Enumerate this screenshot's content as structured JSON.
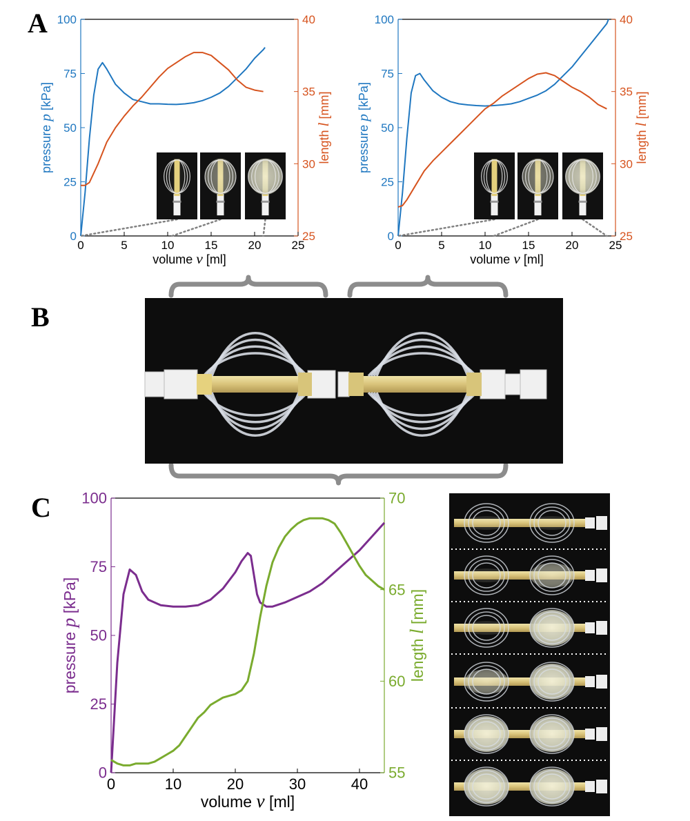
{
  "panels": {
    "a": "A",
    "b": "B",
    "c": "C"
  },
  "colors": {
    "blue": "#1f77c0",
    "orange": "#d6531e",
    "purple": "#7b2d8e",
    "green": "#7aab2e",
    "gray": "#808080",
    "black": "#000000"
  },
  "chart_data": [
    {
      "type": "line",
      "xlabel_prefix": "volume ",
      "xlabel_var": "v",
      "xlabel_suffix": " [ml]",
      "ylabel_prefix": "pressure ",
      "ylabel_var": "p",
      "ylabel_suffix": " [kPa]",
      "y2label_prefix": "length ",
      "y2label_var": "l",
      "y2label_suffix": " [mm]",
      "xlim": [
        0,
        25
      ],
      "ylim": [
        0,
        100
      ],
      "y2lim": [
        25,
        40
      ],
      "xticks": [
        "0",
        "5",
        "10",
        "15",
        "20",
        "25"
      ],
      "yticks": [
        "0",
        "25",
        "50",
        "75",
        "100"
      ],
      "y2ticks": [
        "25",
        "30",
        "35",
        "40"
      ],
      "series": [
        {
          "axis": "left",
          "x": [
            0,
            0.5,
            1,
            1.5,
            2,
            2.5,
            3,
            4,
            5,
            6,
            7,
            8,
            9,
            10,
            11,
            12,
            13,
            14,
            15,
            16,
            17,
            18,
            19,
            20,
            21,
            21.2
          ],
          "y": [
            0,
            20,
            45,
            65,
            77,
            80,
            77,
            70,
            66,
            63,
            62,
            61,
            61,
            60.8,
            60.7,
            61,
            61.5,
            62.5,
            64,
            66,
            69,
            73,
            77,
            82,
            86,
            87
          ]
        },
        {
          "axis": "right",
          "x": [
            0,
            0.5,
            1,
            2,
            3,
            4,
            5,
            6,
            7,
            8,
            9,
            10,
            11,
            12,
            13,
            14,
            15,
            16,
            17,
            18,
            19,
            20,
            21
          ],
          "y": [
            28.5,
            28.5,
            28.7,
            30,
            31.5,
            32.5,
            33.3,
            34,
            34.6,
            35.3,
            36,
            36.6,
            37,
            37.4,
            37.7,
            37.7,
            37.5,
            37,
            36.5,
            35.8,
            35.3,
            35.1,
            35
          ]
        }
      ],
      "insets": [
        {
          "x": 0
        },
        {
          "x": 10.5
        },
        {
          "x": 21
        }
      ]
    },
    {
      "type": "line",
      "xlabel_prefix": "volume ",
      "xlabel_var": "v",
      "xlabel_suffix": " [ml]",
      "ylabel_prefix": "pressure ",
      "ylabel_var": "p",
      "ylabel_suffix": " [kPa]",
      "y2label_prefix": "length ",
      "y2label_var": "l",
      "y2label_suffix": " [mm]",
      "xlim": [
        0,
        25
      ],
      "ylim": [
        0,
        100
      ],
      "y2lim": [
        25,
        40
      ],
      "xticks": [
        "0",
        "5",
        "10",
        "15",
        "20",
        "25"
      ],
      "yticks": [
        "0",
        "25",
        "50",
        "75",
        "100"
      ],
      "y2ticks": [
        "25",
        "30",
        "35",
        "40"
      ],
      "series": [
        {
          "axis": "left",
          "x": [
            0,
            0.5,
            1,
            1.5,
            2,
            2.5,
            3,
            4,
            5,
            6,
            7,
            8,
            9,
            10,
            11,
            12,
            13,
            14,
            15,
            16,
            17,
            18,
            19,
            20,
            21,
            22,
            23,
            24,
            24.2
          ],
          "y": [
            0,
            20,
            45,
            66,
            74,
            75,
            72,
            67,
            64,
            62,
            61,
            60.5,
            60.2,
            60,
            60.2,
            60.5,
            61,
            62,
            63.5,
            65,
            67,
            70,
            74,
            78,
            83,
            88,
            93,
            98,
            100
          ]
        },
        {
          "axis": "right",
          "x": [
            0,
            0.5,
            1,
            2,
            3,
            4,
            5,
            6,
            7,
            8,
            9,
            10,
            11,
            12,
            13,
            14,
            15,
            16,
            17,
            18,
            19,
            20,
            21,
            22,
            23,
            24
          ],
          "y": [
            27,
            27.1,
            27.5,
            28.5,
            29.5,
            30.2,
            30.8,
            31.4,
            32,
            32.6,
            33.2,
            33.8,
            34.2,
            34.7,
            35.1,
            35.5,
            35.9,
            36.2,
            36.3,
            36.1,
            35.7,
            35.3,
            35,
            34.6,
            34.1,
            33.8
          ]
        }
      ],
      "insets": [
        {
          "x": 0
        },
        {
          "x": 11
        },
        {
          "x": 24
        }
      ]
    },
    {
      "type": "line",
      "xlabel_prefix": "volume ",
      "xlabel_var": "v",
      "xlabel_suffix": " [ml]",
      "ylabel_prefix": "pressure ",
      "ylabel_var": "p",
      "ylabel_suffix": " [kPa]",
      "y2label_prefix": "length ",
      "y2label_var": "l",
      "y2label_suffix": " [mm]",
      "xlim": [
        0,
        44
      ],
      "ylim": [
        0,
        100
      ],
      "y2lim": [
        55,
        70
      ],
      "xticks": [
        "0",
        "10",
        "20",
        "30",
        "40"
      ],
      "yticks": [
        "0",
        "25",
        "50",
        "75",
        "100"
      ],
      "y2ticks": [
        "55",
        "60",
        "65",
        "70"
      ],
      "series": [
        {
          "axis": "left",
          "x": [
            0,
            1,
            2,
            3,
            4,
            5,
            6,
            8,
            10,
            12,
            14,
            16,
            18,
            20,
            21,
            22,
            22.5,
            23,
            23.5,
            24,
            25,
            26,
            28,
            30,
            32,
            34,
            36,
            38,
            40,
            42,
            44
          ],
          "y": [
            0,
            40,
            65,
            74,
            72,
            66,
            63,
            61,
            60.5,
            60.5,
            61,
            63,
            67,
            73,
            77,
            80,
            79,
            72,
            65,
            62,
            60.5,
            60.5,
            62,
            64,
            66,
            69,
            73,
            77,
            81,
            86,
            91
          ]
        },
        {
          "axis": "right",
          "x": [
            0,
            1,
            2,
            3,
            4,
            5,
            6,
            7,
            8,
            9,
            10,
            11,
            12,
            13,
            14,
            15,
            16,
            17,
            18,
            19,
            20,
            21,
            22,
            23,
            24,
            25,
            26,
            27,
            28,
            29,
            30,
            31,
            32,
            33,
            34,
            35,
            36,
            37,
            38,
            39,
            40,
            41,
            42,
            43,
            44
          ],
          "y": [
            55.7,
            55.5,
            55.4,
            55.4,
            55.5,
            55.5,
            55.5,
            55.6,
            55.8,
            56,
            56.2,
            56.5,
            57,
            57.5,
            58,
            58.3,
            58.7,
            58.9,
            59.1,
            59.2,
            59.3,
            59.5,
            60,
            61.5,
            63.5,
            65.2,
            66.5,
            67.3,
            67.9,
            68.3,
            68.6,
            68.8,
            68.9,
            68.9,
            68.9,
            68.8,
            68.6,
            68.1,
            67.5,
            66.9,
            66.3,
            65.8,
            65.5,
            65.2,
            65
          ]
        }
      ]
    }
  ]
}
